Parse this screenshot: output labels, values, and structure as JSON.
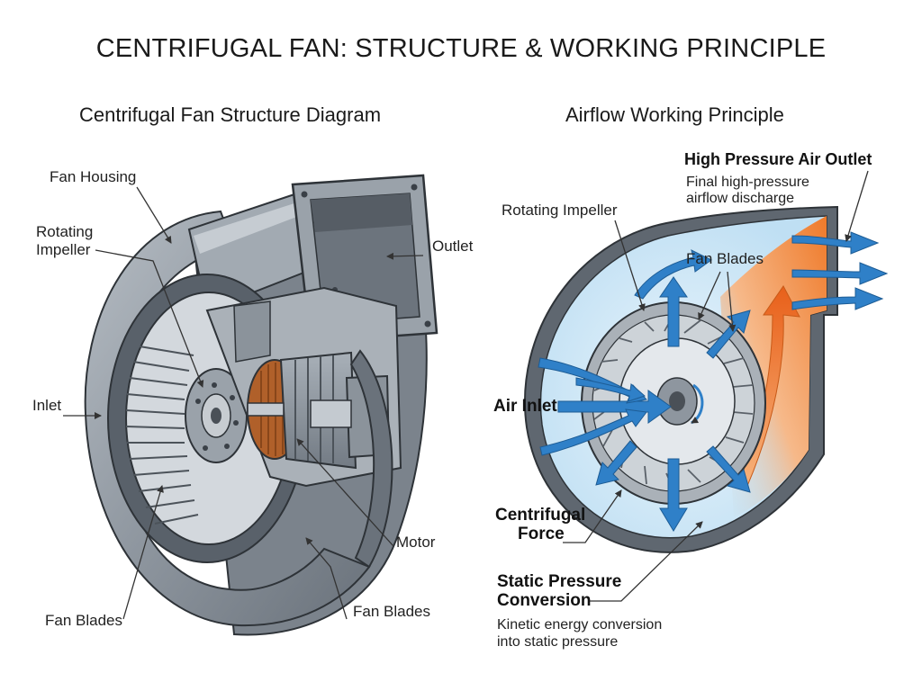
{
  "title": "CENTRIFUGAL FAN: STRUCTURE & WORKING PRINCIPLE",
  "structure": {
    "heading": "Centrifugal Fan Structure Diagram",
    "labels": {
      "housing": "Fan Housing",
      "impeller_line1": "Rotating",
      "impeller_line2": "Impeller",
      "outlet": "Outlet",
      "inlet": "Inlet",
      "motor": "Motor",
      "blades_left": "Fan Blades",
      "blades_right": "Fan Blades"
    }
  },
  "airflow": {
    "heading": "Airflow Working Principle",
    "labels": {
      "outlet_title": "High Pressure Air Outlet",
      "outlet_desc_line1": "Final high-pressure",
      "outlet_desc_line2": "airflow discharge",
      "impeller": "Rotating Impeller",
      "blades": "Fan Blades",
      "inlet": "Air Inlet",
      "centrifugal_line1": "Centrifugal",
      "centrifugal_line2": "Force",
      "static_line1": "Static Pressure",
      "static_line2": "Conversion",
      "static_desc_line1": "Kinetic energy conversion",
      "static_desc_line2": "into static pressure"
    }
  },
  "colors": {
    "metal": "#8e969f",
    "metal_dark": "#5c646d",
    "air_blue": "#2f80c8",
    "air_light": "#cfe6f6",
    "pressure_orange": "#ef7a2a",
    "copper": "#b0602a"
  }
}
